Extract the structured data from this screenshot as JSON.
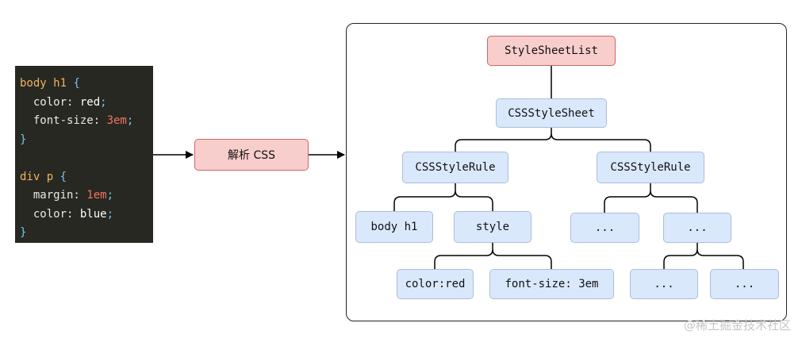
{
  "code": {
    "lines": [
      {
        "selector": "body h1",
        "brace": " {"
      },
      {
        "prop": "  color: ",
        "value": "red",
        "end": ";"
      },
      {
        "prop": "  font-size: ",
        "value": "3em",
        "end": ";"
      },
      {
        "brace": "}"
      },
      {
        "blank": ""
      },
      {
        "selector": "div p",
        "brace": " {"
      },
      {
        "prop": "  margin: ",
        "value": "1em",
        "end": ";"
      },
      {
        "prop": "  color: ",
        "value": "blue",
        "end": ";"
      },
      {
        "brace": "}"
      }
    ]
  },
  "parse_label": "解析 CSS",
  "tree": {
    "root": "StyleSheetList",
    "sheet": "CSSStyleSheet",
    "rule_left": "CSSStyleRule",
    "rule_right": "CSSStyleRule",
    "selector": "body h1",
    "style": "style",
    "decl_color": "color:red",
    "decl_font": "font-size: 3em",
    "ellipsis": "..."
  },
  "watermark": "@稀土掘金技术社区"
}
